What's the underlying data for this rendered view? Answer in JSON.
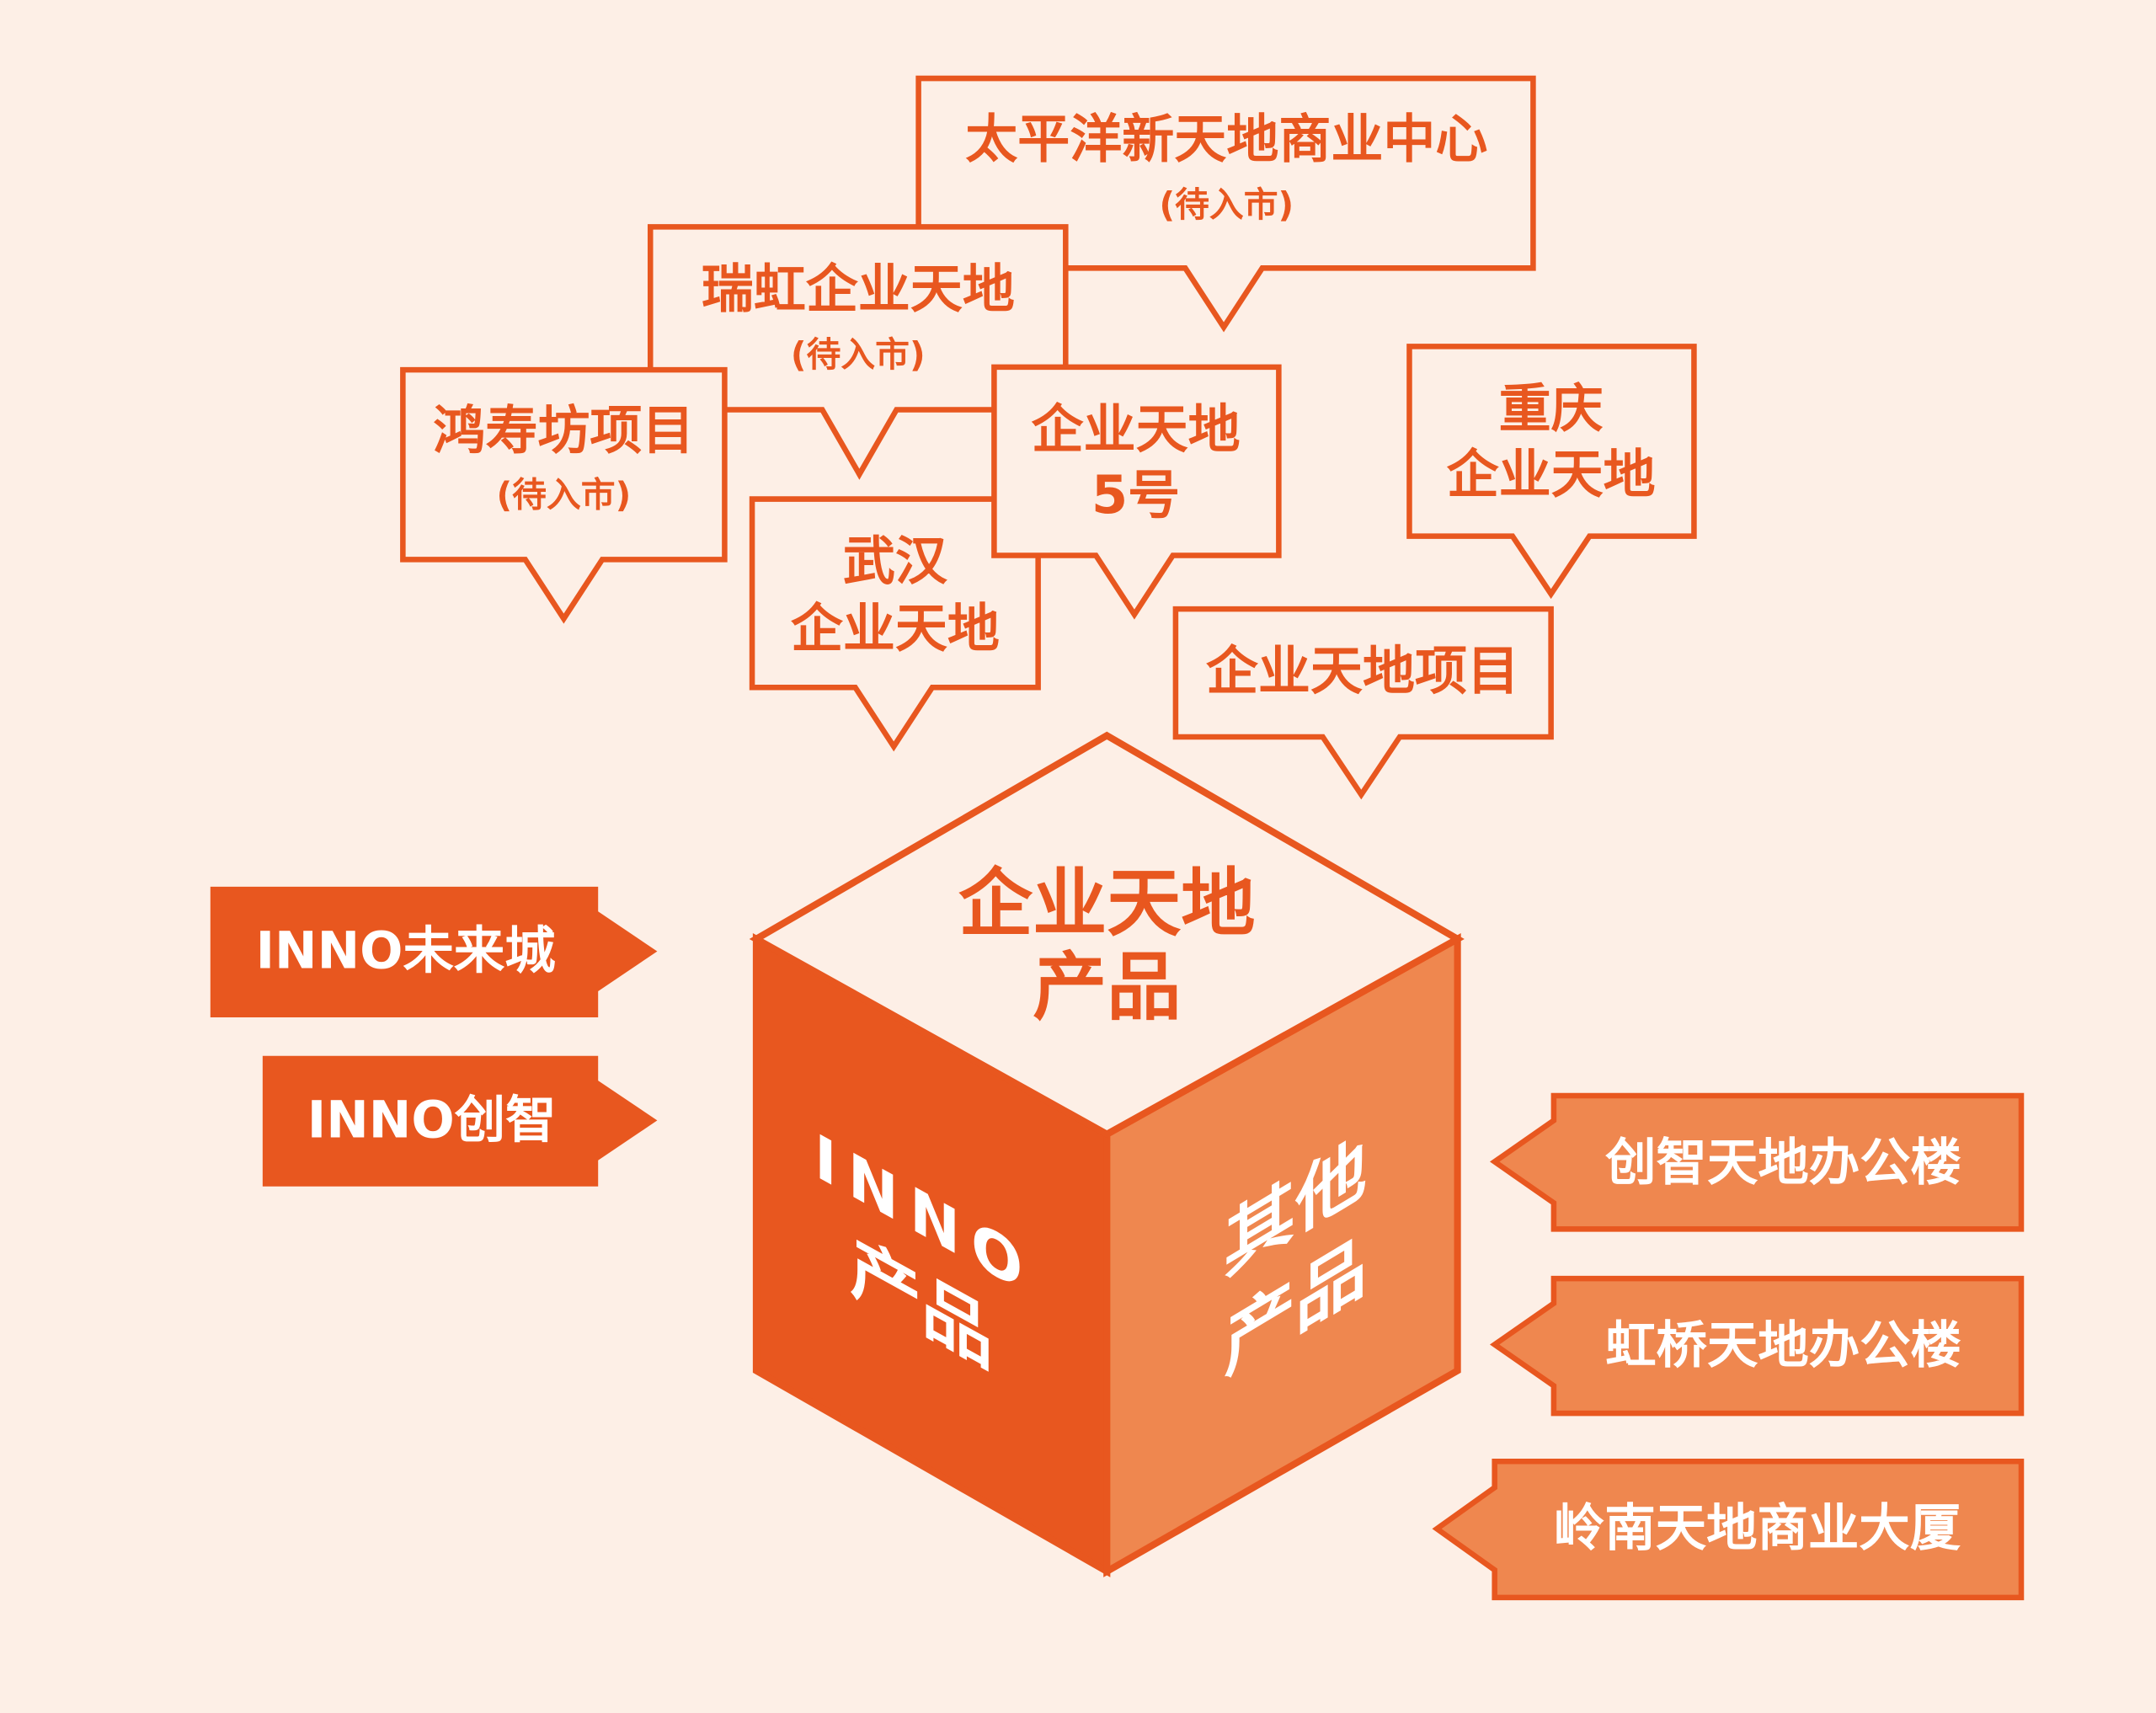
{
  "colors": {
    "background": "#fdefe6",
    "primary": "#e8571f",
    "secondary": "#ef874f",
    "light_text": "#ffffff"
  },
  "callouts": [
    {
      "lines": [
        "太平洋新天地商业中心",
        "(待入市)"
      ]
    },
    {
      "lines": [
        "瑞虹企业天地",
        "(待入市)"
      ]
    },
    {
      "lines": [
        "鸿寿坊项目",
        "(待入市)"
      ]
    },
    {
      "lines": [
        "武汉",
        "企业天地"
      ]
    },
    {
      "lines": [
        "企业天地",
        "5号"
      ]
    },
    {
      "lines": [
        "重庆",
        "企业天地"
      ]
    },
    {
      "lines": [
        "企业天地项目"
      ]
    }
  ],
  "cube": {
    "top": [
      "企业天地",
      "产品"
    ],
    "left": [
      "INNO",
      "产品"
    ],
    "right": [
      "其他",
      "产品"
    ]
  },
  "left_tags": [
    "INNO未来城",
    "INNO创智"
  ],
  "right_tags": [
    "创智天地办公楼",
    "虹桥天地办公楼",
    "岭南天地商业大厦"
  ]
}
